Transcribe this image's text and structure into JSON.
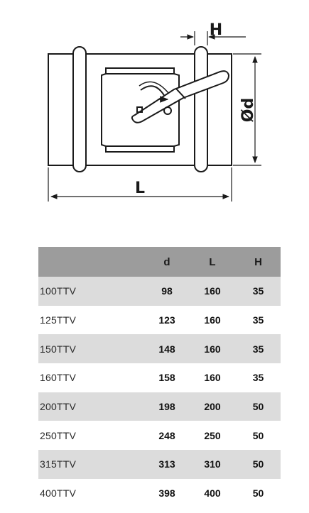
{
  "drawing": {
    "labels": {
      "h": "H",
      "diameter": "Ød",
      "length": "L"
    }
  },
  "table": {
    "headers": {
      "model": "",
      "d": "d",
      "L": "L",
      "H": "H"
    },
    "rows": [
      {
        "model": "100TTV",
        "d": "98",
        "L": "160",
        "H": "35"
      },
      {
        "model": "125TTV",
        "d": "123",
        "L": "160",
        "H": "35"
      },
      {
        "model": "150TTV",
        "d": "148",
        "L": "160",
        "H": "35"
      },
      {
        "model": "160TTV",
        "d": "158",
        "L": "160",
        "H": "35"
      },
      {
        "model": "200TTV",
        "d": "198",
        "L": "200",
        "H": "50"
      },
      {
        "model": "250TTV",
        "d": "248",
        "L": "250",
        "H": "50"
      },
      {
        "model": "315TTV",
        "d": "313",
        "L": "310",
        "H": "50"
      },
      {
        "model": "400TTV",
        "d": "398",
        "L": "400",
        "H": "50"
      }
    ]
  },
  "colors": {
    "header_bg": "#9c9c9c",
    "stripe_bg": "#dcdcdc",
    "line": "#1a1a1a"
  }
}
